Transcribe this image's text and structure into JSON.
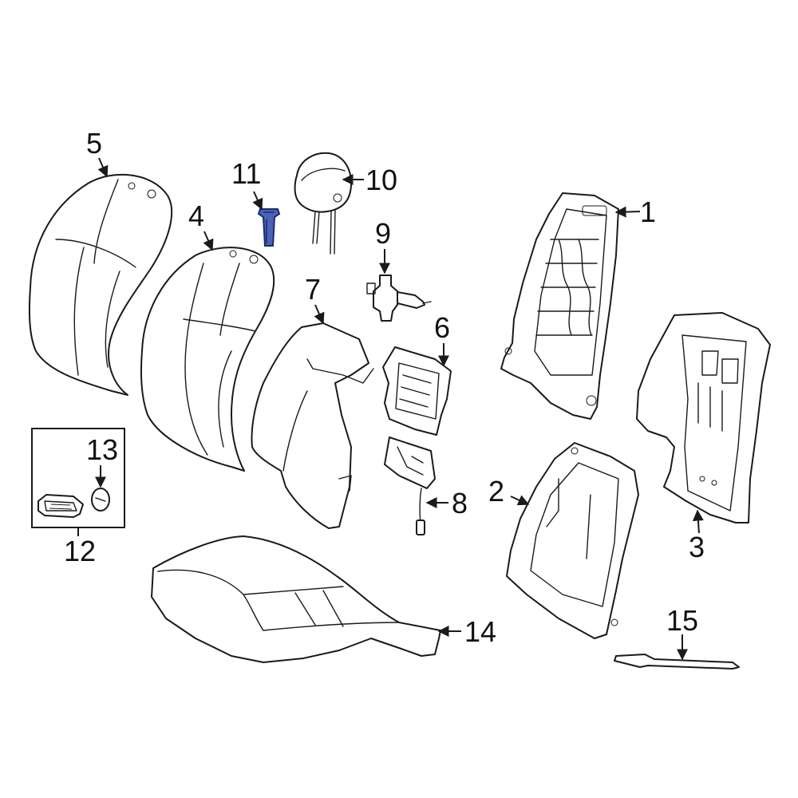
{
  "diagram": {
    "highlight_color": "#4a63b6",
    "highlighted_part": "11",
    "callouts": {
      "c1": "1",
      "c2": "2",
      "c3": "3",
      "c4": "4",
      "c5": "5",
      "c6": "6",
      "c7": "7",
      "c8": "8",
      "c9": "9",
      "c10": "10",
      "c11": "11",
      "c12": "12",
      "c13": "13",
      "c14": "14",
      "c15": "15"
    }
  }
}
